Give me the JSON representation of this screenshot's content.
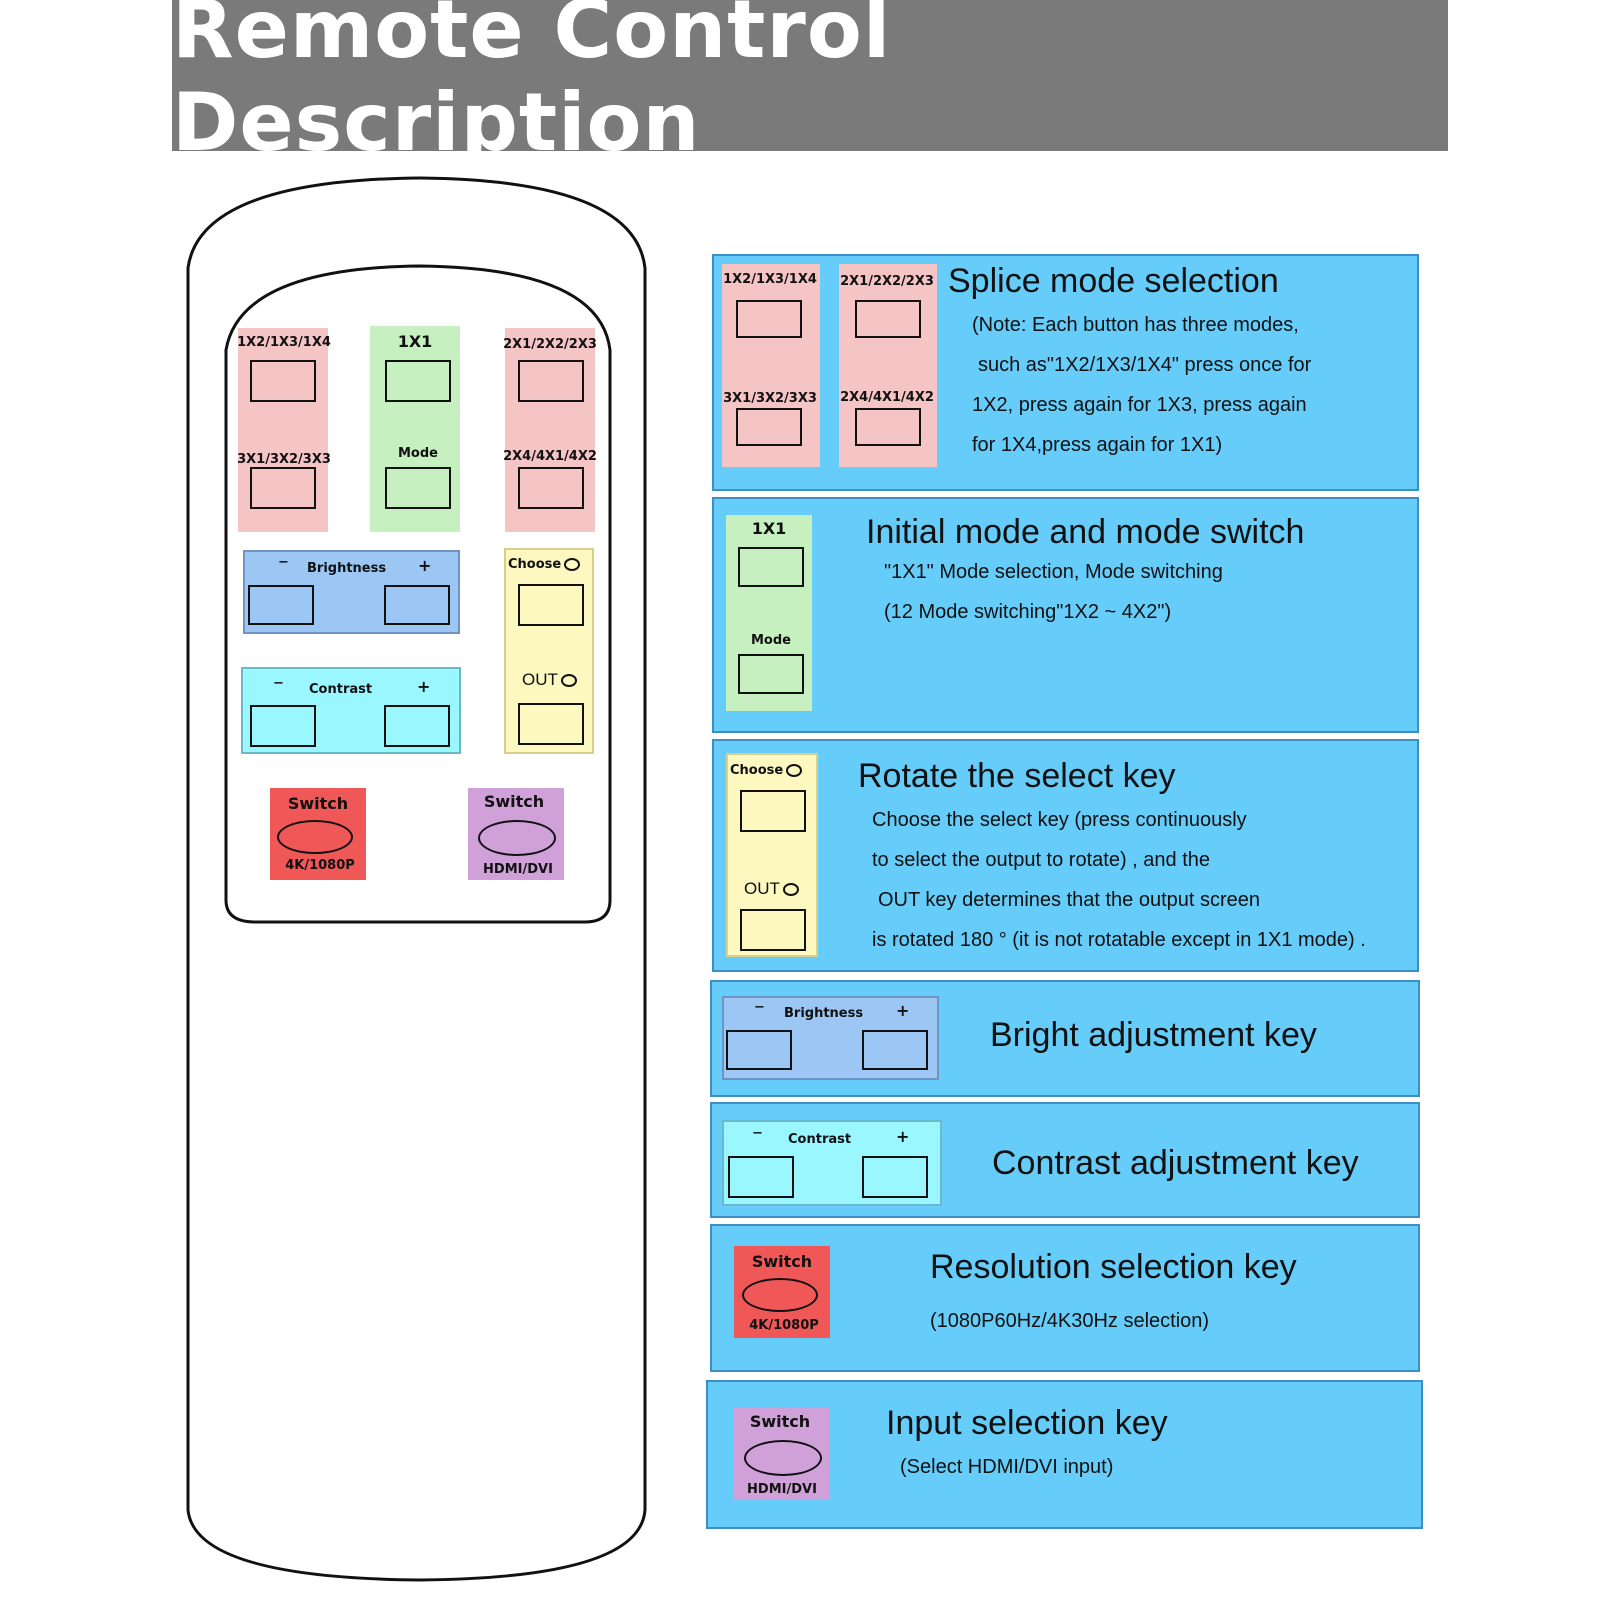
{
  "header": {
    "title": "Remote Control Description"
  },
  "remote": {
    "splice_left_top": "1X2/1X3/1X4",
    "splice_left_bottom": "3X1/3X2/3X3",
    "mode_top": "1X1",
    "mode_bottom": "Mode",
    "splice_right_top": "2X1/2X2/2X3",
    "splice_right_bottom": "2X4/4X1/4X2",
    "brightness": "Brightness",
    "contrast": "Contrast",
    "minus": "−",
    "plus": "+",
    "choose": "Choose",
    "out": "OUT",
    "switch": "Switch",
    "res_label": "4K/1080P",
    "input_label": "HDMI/DVI"
  },
  "panels": {
    "splice": {
      "title": "Splice mode selection",
      "lines": [
        "(Note: Each button has three modes,",
        "such as\"1X2/1X3/1X4\" press once for",
        "1X2, press again for 1X3, press again",
        "for 1X4,press again for 1X1)"
      ]
    },
    "initial": {
      "title": "Initial mode and mode switch",
      "lines": [
        "\"1X1\" Mode selection, Mode switching",
        "(12 Mode switching\"1X2 ~ 4X2\")"
      ]
    },
    "rotate": {
      "title": "Rotate the select key",
      "lines": [
        "Choose the select key (press continuously",
        "to select the output to rotate) , and the",
        "OUT key determines that the output screen",
        "is rotated 180 ° (it is not rotatable except in 1X1 mode) ."
      ]
    },
    "bright": {
      "title": "Bright adjustment key"
    },
    "contrast": {
      "title": "Contrast adjustment key"
    },
    "resolution": {
      "title": "Resolution selection key",
      "lines": [
        "(1080P60Hz/4K30Hz selection)"
      ]
    },
    "input": {
      "title": "Input selection key",
      "lines": [
        "(Select HDMI/DVI input)"
      ]
    }
  },
  "colors": {
    "banner": "#7a7a7a",
    "panel": "#66ccf9",
    "pink": "#f5c4c4",
    "green": "#c6f0c0",
    "blue": "#9cc7f5",
    "cyan": "#9af6ff",
    "yellow": "#fdf7c0",
    "red": "#f05858",
    "purple": "#cfa1d8"
  }
}
